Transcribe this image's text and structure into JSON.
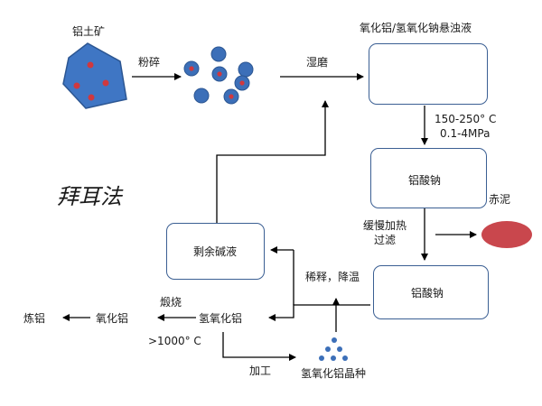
{
  "title": "拜耳法",
  "colors": {
    "box_border": "#3b5f93",
    "blue_particle": "#3c6fb8",
    "red_dot": "#d0383e",
    "ore_fill": "#3f76c4",
    "red_mud": "#c9474d",
    "arrow": "#000000"
  },
  "labels": {
    "bauxite": "铝土矿",
    "crush": "粉碎",
    "wet_grind": "湿磨",
    "slurry": "氧化铝/氢氧化钠悬浊液",
    "temp": "150-250° C",
    "pressure": "0.1-4MPa",
    "sodium_aluminate_1": "铝酸钠",
    "red_mud": "赤泥",
    "slow_heat": "缓慢加热",
    "filter": "过滤",
    "remaining_alkali": "剩余碱液",
    "dilute_cool": "稀释，降温",
    "sodium_aluminate_2": "铝酸钠",
    "calcine": "煅烧",
    "al_hydroxide": "氢氧化铝",
    "calcine_temp": ">1000° C",
    "alumina": "氧化铝",
    "smelt": "炼铝",
    "process": "加工",
    "seed": "氢氧化铝晶种"
  }
}
